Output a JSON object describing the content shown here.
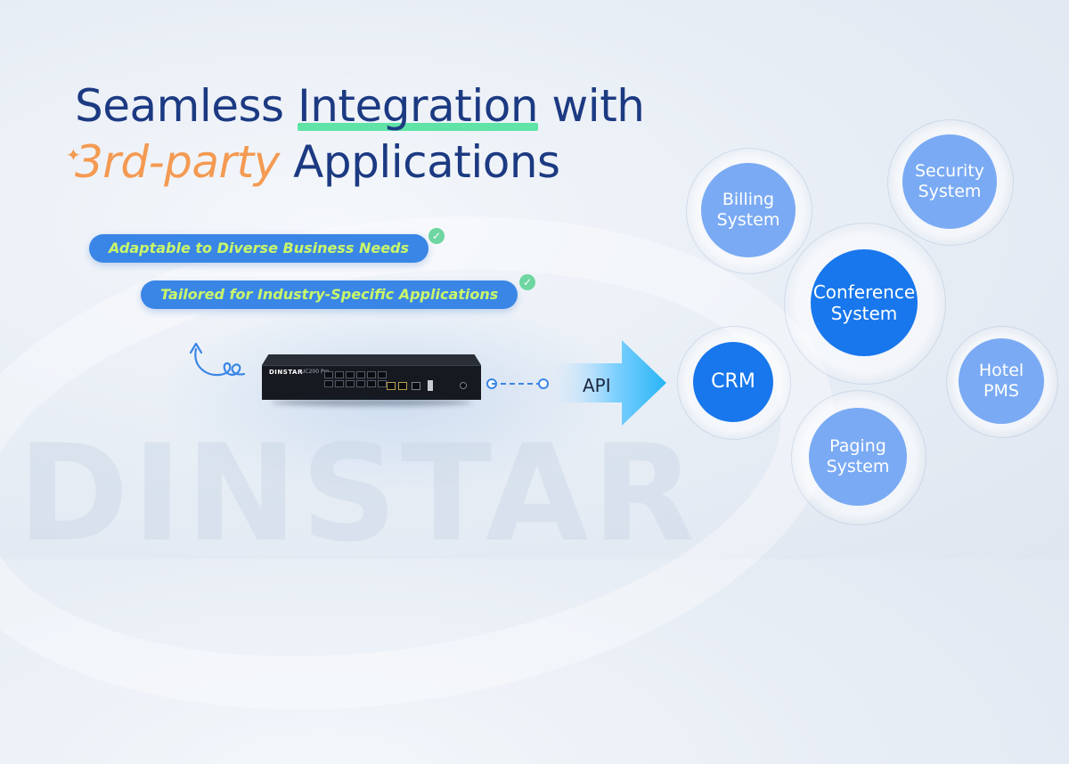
{
  "watermark": "DINSTAR",
  "headline": {
    "line1_pre": "Seamless ",
    "line1_highlight": "Integration",
    "line1_post": " with",
    "line2_accent": "3rd-party",
    "line2_post": " Applications"
  },
  "features": [
    {
      "label": "Adaptable to Diverse Business Needs"
    },
    {
      "label": "Tailored for Industry-Specific Applications"
    }
  ],
  "device": {
    "brand": "DINSTAR",
    "model": "UC200 Pro"
  },
  "connector": {
    "label": "API"
  },
  "systems": [
    {
      "line1": "Billing",
      "line2": "System"
    },
    {
      "line1": "Security",
      "line2": "System"
    },
    {
      "line1": "Conference",
      "line2": "System"
    },
    {
      "line1": "CRM",
      "line2": ""
    },
    {
      "line1": "Hotel",
      "line2": "PMS"
    },
    {
      "line1": "Paging",
      "line2": "System"
    }
  ],
  "colors": {
    "title": "#1c3a82",
    "accent": "#f49a52",
    "highlight": "#5fe3a6",
    "pill": "#3a86e6",
    "pill_text": "#c9f76a",
    "node_light": "#7aaaf3",
    "node_dark": "#1877ec"
  },
  "icons": [
    "sparkle-icon",
    "check-icon",
    "curl-arrow-icon",
    "api-arrow-icon"
  ]
}
